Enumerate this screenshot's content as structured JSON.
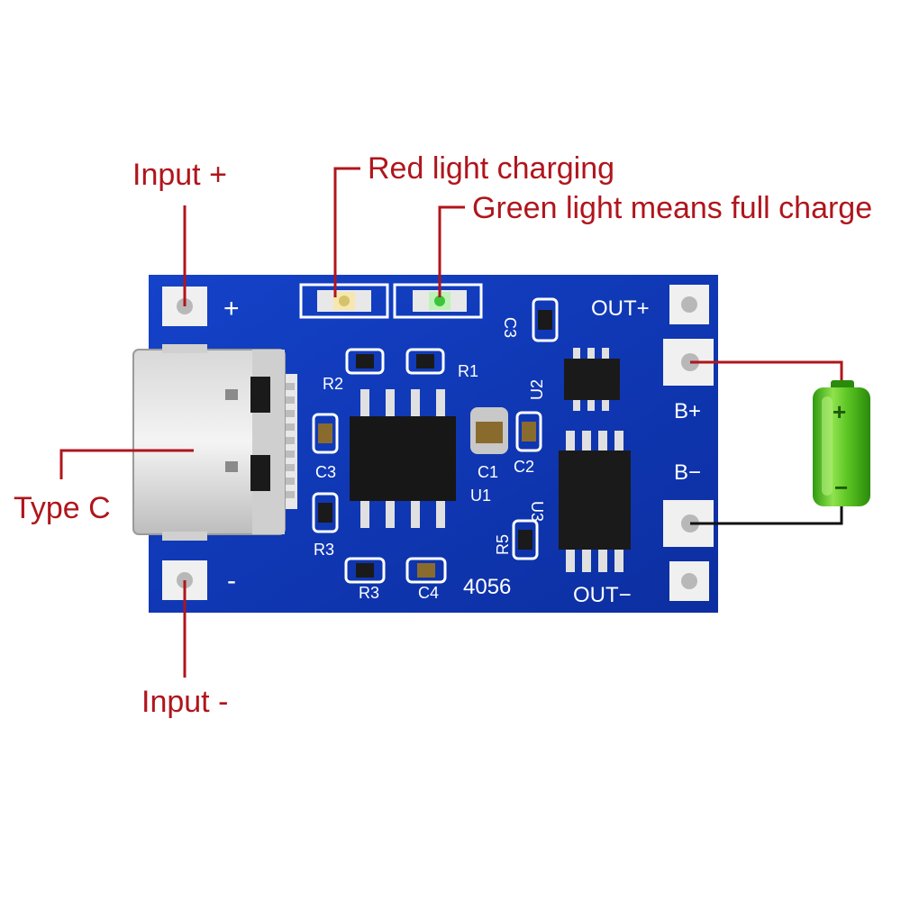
{
  "callouts": {
    "input_plus": "Input +",
    "input_minus": "Input -",
    "type_c": "Type C",
    "red_light": "Red light charging",
    "green_light": "Green light means full charge"
  },
  "board": {
    "model": "4056",
    "plus": "+",
    "minus": "-",
    "out_plus": "OUT+",
    "out_minus": "OUT−",
    "b_plus": "B+",
    "b_minus": "B−",
    "labels": {
      "r1": "R1",
      "r2": "R2",
      "r3_left": "R3",
      "r3_bottom": "R3",
      "r5": "R5",
      "c1": "C1",
      "c2": "C2",
      "c3_left": "C3",
      "c3_top": "C3",
      "c4": "C4",
      "u1": "U1",
      "u2": "U2",
      "u3": "U3"
    }
  },
  "battery": {
    "plus": "+",
    "minus": "−"
  },
  "colors": {
    "callout_text": "#b0151c",
    "pcb": "#0f36b8",
    "silkscreen": "#ffffff",
    "battery": "#5cc523"
  }
}
